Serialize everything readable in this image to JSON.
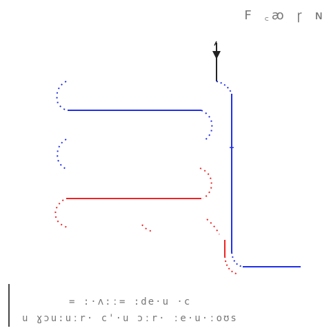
{
  "corner_label": "F  ꜀ꜵ ꞅ ɴ",
  "caption": {
    "line1": "= :·ʌ:ː= :de·u ·c",
    "line2": "u ɣɔu:uːr· c'·u ɔːr·  ːe·u·ːoʊs"
  },
  "colors": {
    "blue": "#1f2ee8",
    "red": "#ee2222",
    "dark": "#222222",
    "text": "#777777"
  }
}
